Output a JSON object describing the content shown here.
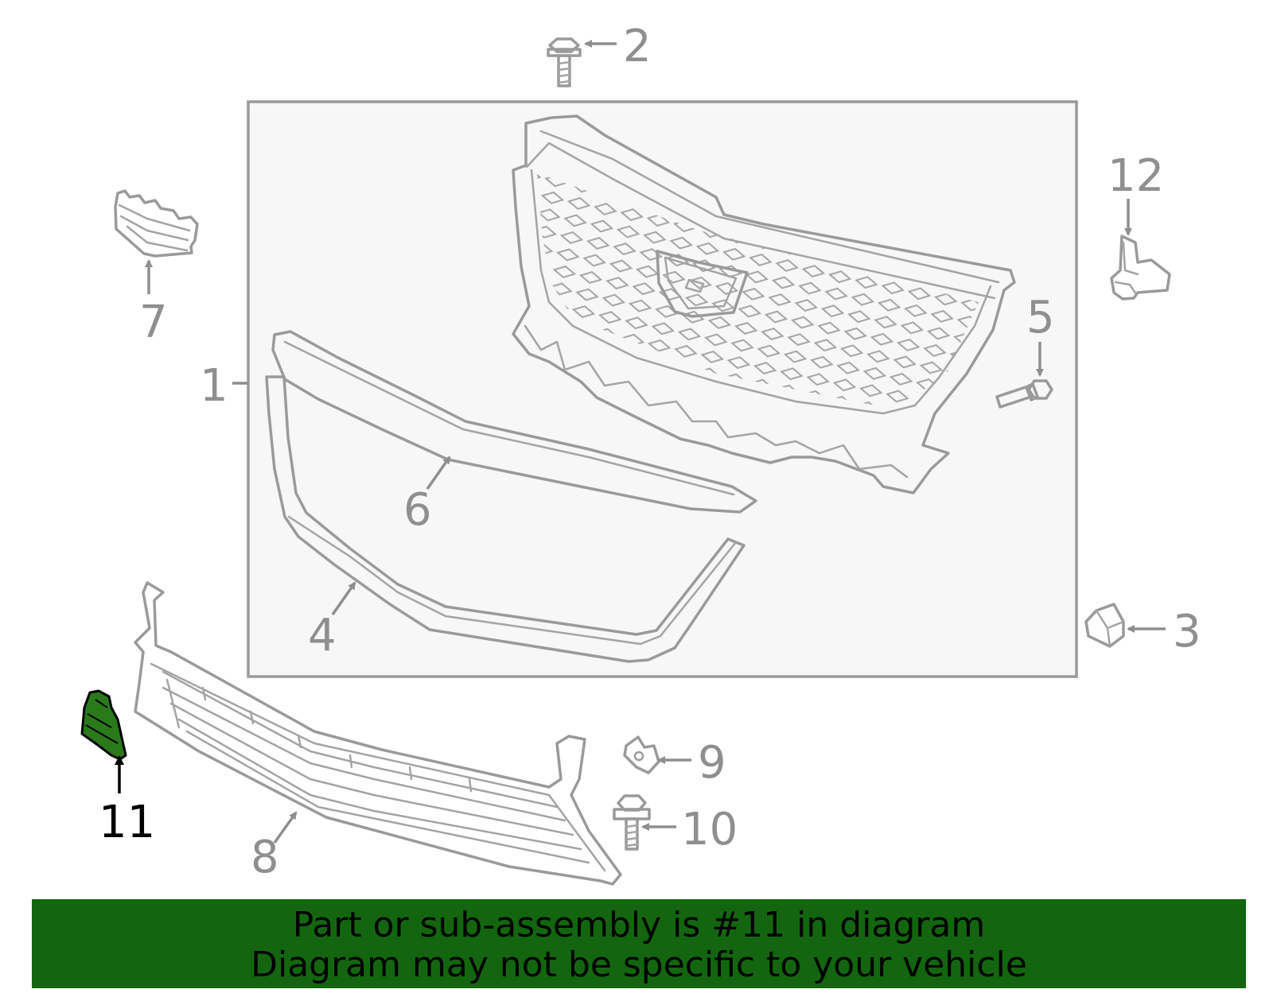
{
  "colors": {
    "highlight_part": "#2a7a1c",
    "banner_background": "#13660f",
    "line_gray": "#9a9a9a",
    "label_gray": "#8f8f8f",
    "panel_fill": "#f7f7f7"
  },
  "callouts": [
    {
      "number": "1",
      "part": "grille-assembly",
      "highlighted": false
    },
    {
      "number": "2",
      "part": "upper-bolt",
      "highlighted": false
    },
    {
      "number": "3",
      "part": "clip",
      "highlighted": false
    },
    {
      "number": "4",
      "part": "lower-molding",
      "highlighted": false
    },
    {
      "number": "5",
      "part": "side-bolt",
      "highlighted": false
    },
    {
      "number": "6",
      "part": "upper-molding",
      "highlighted": false
    },
    {
      "number": "7",
      "part": "side-bracket",
      "highlighted": false
    },
    {
      "number": "8",
      "part": "lower-grille",
      "highlighted": false
    },
    {
      "number": "9",
      "part": "nut-clip",
      "highlighted": false
    },
    {
      "number": "10",
      "part": "lower-bolt",
      "highlighted": false
    },
    {
      "number": "11",
      "part": "side-trim-piece",
      "highlighted": true
    },
    {
      "number": "12",
      "part": "sensor-bracket",
      "highlighted": false
    }
  ],
  "banner": {
    "line1": "Part or sub-assembly is #11 in diagram",
    "line2": "Diagram may not be specific to your vehicle"
  }
}
